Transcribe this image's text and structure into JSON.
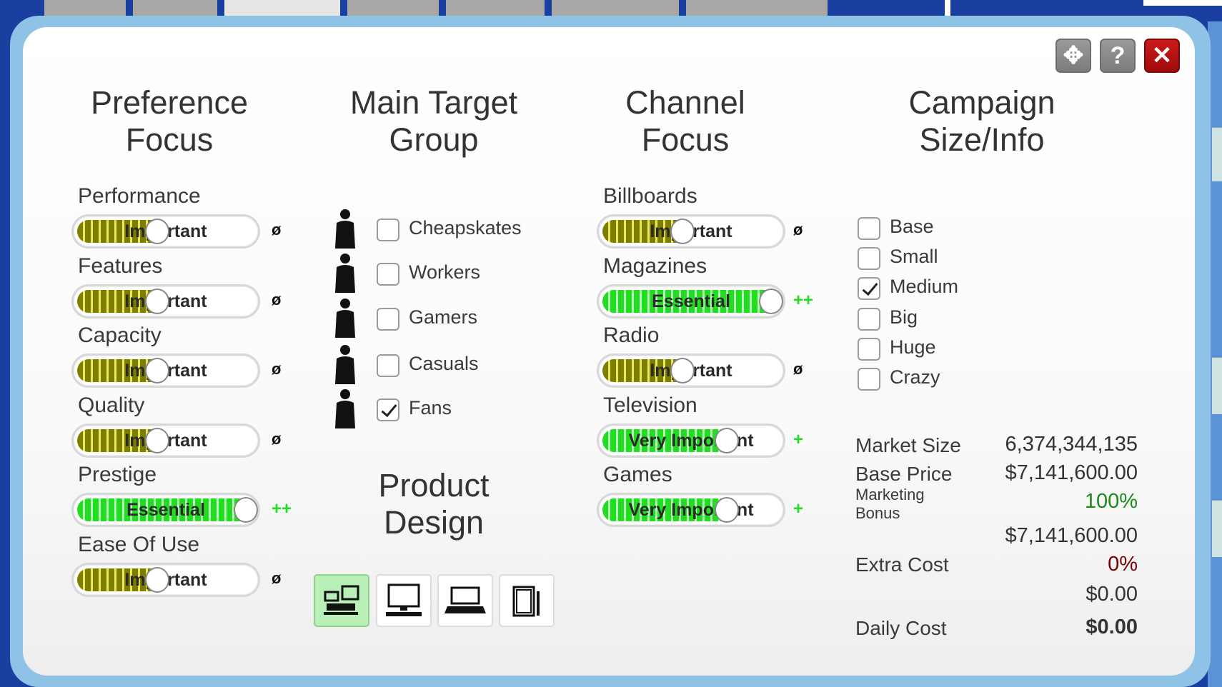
{
  "window_buttons": {
    "move": "✥",
    "help": "?",
    "close": "✕"
  },
  "columns": {
    "preference": "Preference\nFocus",
    "target": "Main Target\nGroup",
    "channel": "Channel\nFocus",
    "campaign": "Campaign\nSize/Info",
    "product": "Product\nDesign"
  },
  "preferences": [
    {
      "label": "Performance",
      "level": "Important",
      "fill_pct": 45,
      "style": "olive",
      "marker": "ø"
    },
    {
      "label": "Features",
      "level": "Important",
      "fill_pct": 45,
      "style": "olive",
      "marker": "ø"
    },
    {
      "label": "Capacity",
      "level": "Important",
      "fill_pct": 45,
      "style": "olive",
      "marker": "ø"
    },
    {
      "label": "Quality",
      "level": "Important",
      "fill_pct": 45,
      "style": "olive",
      "marker": "ø"
    },
    {
      "label": "Prestige",
      "level": "Essential",
      "fill_pct": 95,
      "style": "green",
      "marker": "++"
    },
    {
      "label": "Ease Of Use",
      "level": "Important",
      "fill_pct": 45,
      "style": "olive",
      "marker": "ø"
    }
  ],
  "target_groups": [
    {
      "label": "Cheapskates",
      "checked": false,
      "icon": "cheapskate-person-icon"
    },
    {
      "label": "Workers",
      "checked": false,
      "icon": "worker-person-icon"
    },
    {
      "label": "Gamers",
      "checked": false,
      "icon": "gamer-person-icon"
    },
    {
      "label": "Casuals",
      "checked": false,
      "icon": "casual-person-icon"
    },
    {
      "label": "Fans",
      "checked": true,
      "icon": "fan-person-icon"
    }
  ],
  "channels": [
    {
      "label": "Billboards",
      "level": "Important",
      "fill_pct": 45,
      "style": "olive",
      "marker": "ø"
    },
    {
      "label": "Magazines",
      "level": "Essential",
      "fill_pct": 95,
      "style": "green",
      "marker": "++"
    },
    {
      "label": "Radio",
      "level": "Important",
      "fill_pct": 45,
      "style": "olive",
      "marker": "ø"
    },
    {
      "label": "Television",
      "level": "Very Important",
      "fill_pct": 70,
      "style": "green",
      "marker": "+"
    },
    {
      "label": "Games",
      "level": "Very Important",
      "fill_pct": 70,
      "style": "green",
      "marker": "+"
    }
  ],
  "campaign_sizes": [
    {
      "label": "Base",
      "checked": false
    },
    {
      "label": "Small",
      "checked": false
    },
    {
      "label": "Medium",
      "checked": true
    },
    {
      "label": "Big",
      "checked": false
    },
    {
      "label": "Huge",
      "checked": false
    },
    {
      "label": "Crazy",
      "checked": false
    }
  ],
  "info": {
    "market_size_label": "Market Size",
    "market_size": "6,374,344,135",
    "base_price_label": "Base Price",
    "base_price": "$7,141,600.00",
    "marketing_bonus_label": "Marketing\nBonus",
    "marketing_bonus_pct": "100%",
    "marketing_bonus_value": "$7,141,600.00",
    "extra_cost_label": "Extra Cost",
    "extra_cost_pct": "0%",
    "extra_cost_value": "$0.00",
    "daily_cost_label": "Daily Cost",
    "daily_cost": "$0.00"
  },
  "colors": {
    "accent_green": "#22dd22",
    "olive": "#7d7d00",
    "bonus_green": "#1a8a1a",
    "extra_red": "#7a0000"
  },
  "product_designs": [
    {
      "name": "desktop-combo-design",
      "active": true
    },
    {
      "name": "desktop-pc-design",
      "active": false
    },
    {
      "name": "laptop-design",
      "active": false
    },
    {
      "name": "tablet-design",
      "active": false
    }
  ]
}
